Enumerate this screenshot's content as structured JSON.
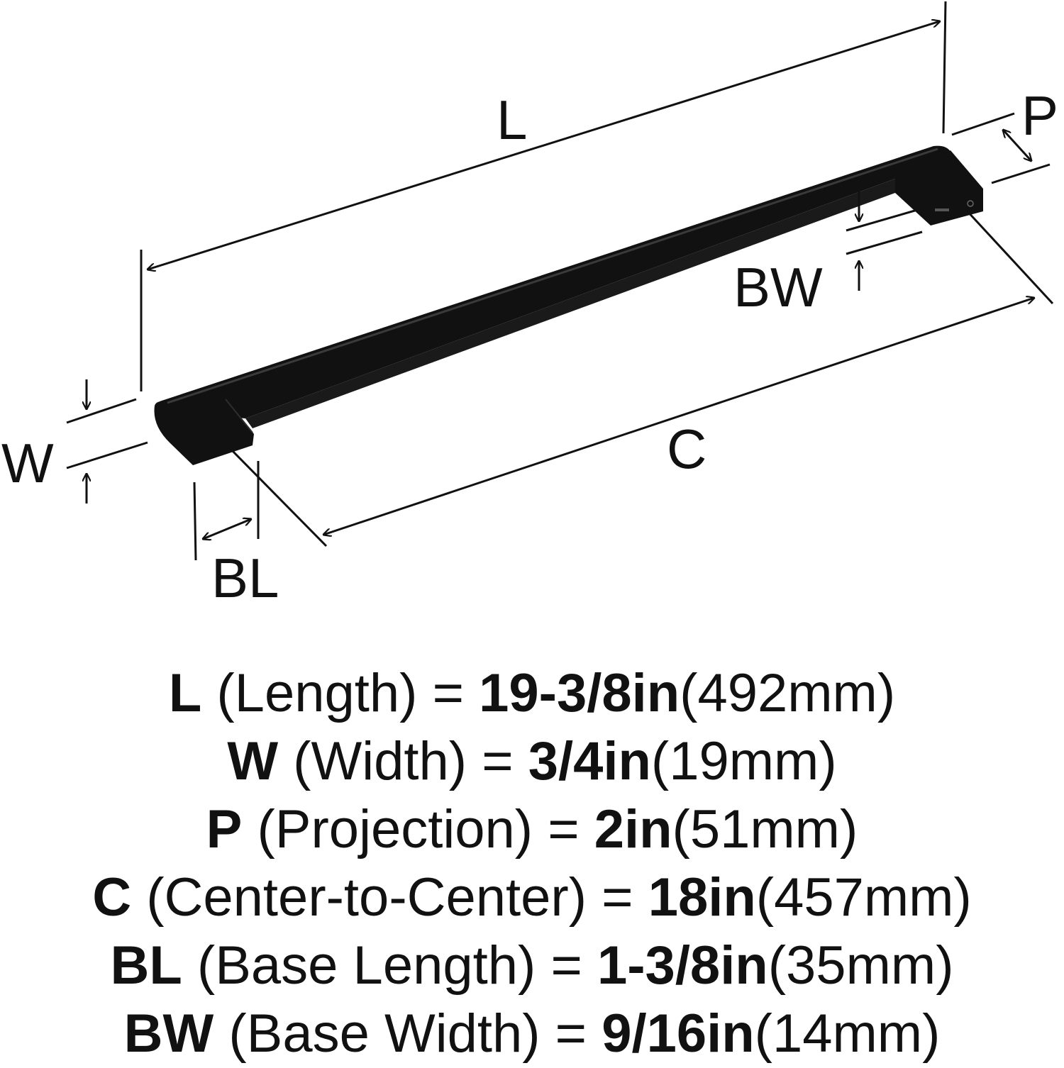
{
  "diagram": {
    "labels": {
      "L": "L",
      "P": "P",
      "BW": "BW",
      "W": "W",
      "C": "C",
      "BL": "BL"
    },
    "colors": {
      "ink": "#111111",
      "handle": "#111111",
      "background": "#ffffff"
    }
  },
  "specs": [
    {
      "code": "L",
      "name": "(Length)",
      "eq": "=",
      "imperial": "19-3/8in",
      "metric": "(492mm)"
    },
    {
      "code": "W",
      "name": "(Width)",
      "eq": "=",
      "imperial": "3/4in",
      "metric": "(19mm)"
    },
    {
      "code": "P",
      "name": "(Projection)",
      "eq": "=",
      "imperial": "2in",
      "metric": "(51mm)"
    },
    {
      "code": "C",
      "name": "(Center-to-Center)",
      "eq": "=",
      "imperial": "18in",
      "metric": "(457mm)"
    },
    {
      "code": "BL",
      "name": "(Base Length)",
      "eq": "=",
      "imperial": "1-3/8in",
      "metric": "(35mm)"
    },
    {
      "code": "BW",
      "name": "(Base Width)",
      "eq": "=",
      "imperial": "9/16in",
      "metric": "(14mm)"
    }
  ]
}
